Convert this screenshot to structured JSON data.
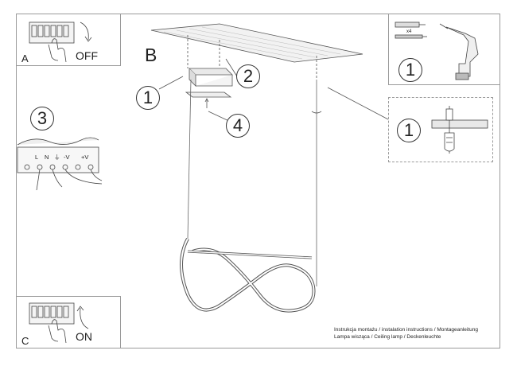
{
  "panels": {
    "a": {
      "letter": "A",
      "action": "OFF"
    },
    "c": {
      "letter": "C",
      "action": "ON"
    },
    "step3": {
      "number": "3",
      "terminals": [
        "L",
        "N",
        "⏚",
        "-V",
        "+V"
      ]
    },
    "step1_tools": {
      "number": "1",
      "count": "x4"
    },
    "detail": {
      "number": "1"
    }
  },
  "main": {
    "letter": "B",
    "callouts": [
      "1",
      "2",
      "4"
    ]
  },
  "footer": {
    "line1": "Instrukcja montażu / instalation instructions / Montageanleitung",
    "line2": "Lampa wisząca / Ceiling lamp / Deckenleuchte"
  }
}
